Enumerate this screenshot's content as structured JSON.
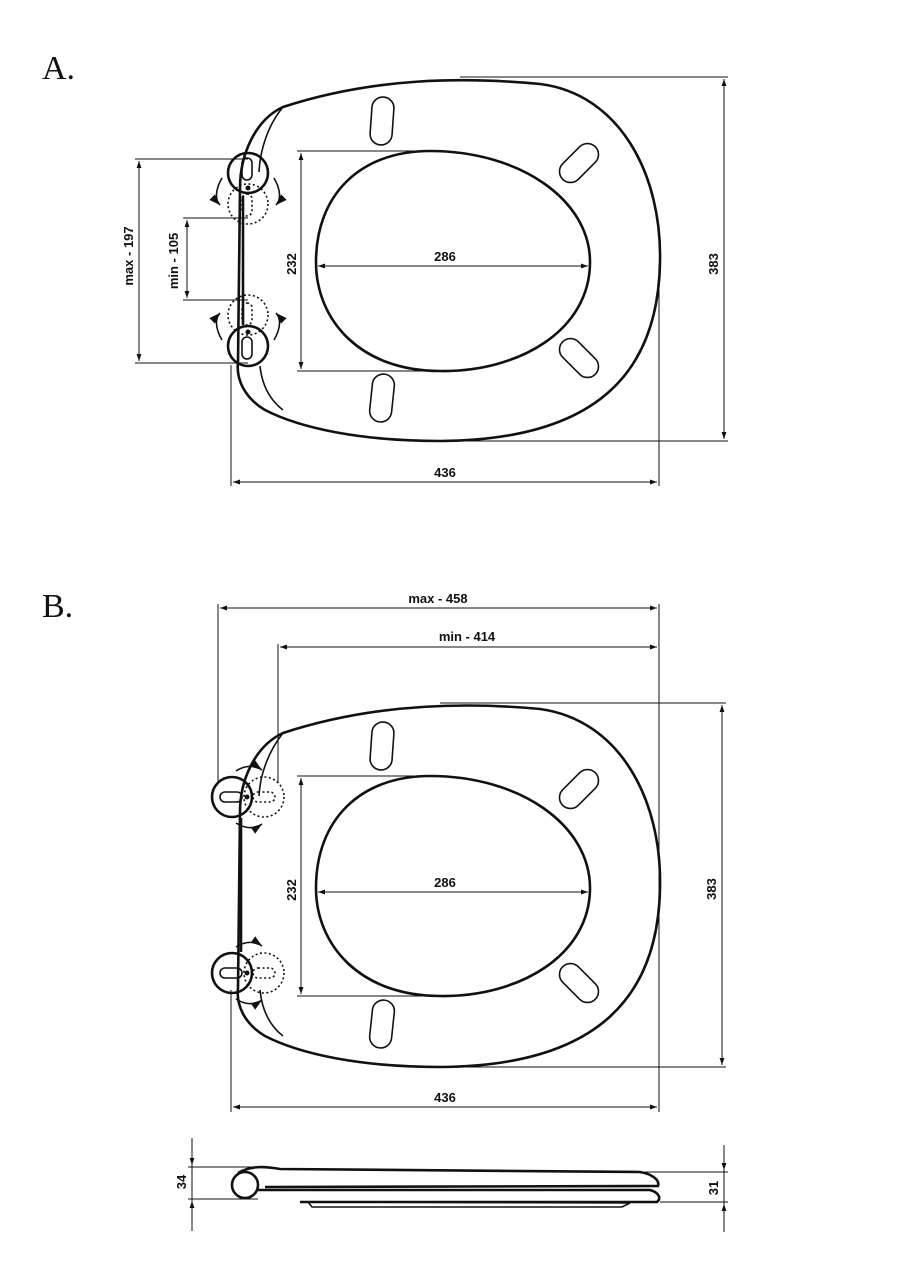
{
  "labels": {
    "section_a": "A.",
    "section_b": "B."
  },
  "view_a": {
    "max_spacing": "max - 197",
    "min_spacing": "min - 105",
    "inner_length": "232",
    "inner_width": "286",
    "outer_length": "383",
    "outer_width": "436"
  },
  "view_b": {
    "max_depth": "max - 458",
    "min_depth": "min - 414",
    "inner_length": "232",
    "inner_width": "286",
    "outer_length": "383",
    "outer_width": "436"
  },
  "side_view": {
    "height_left": "34",
    "height_right": "31"
  }
}
